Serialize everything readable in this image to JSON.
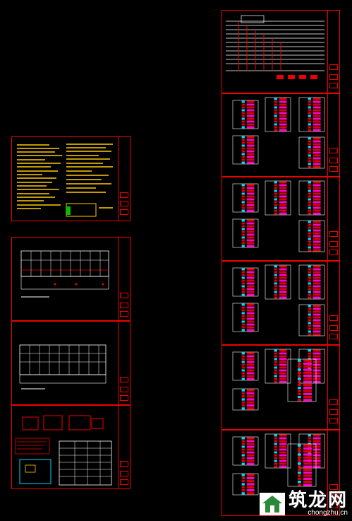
{
  "watermark": {
    "title": "筑龙网",
    "url": "chongzhu.cn"
  },
  "colors": {
    "background": "#000000",
    "frame": "#e00000",
    "highlight": "#ffcc00",
    "cyan": "#00d8ff",
    "magenta": "#ff00cc",
    "white": "#ffffff",
    "green": "#00c000"
  },
  "sheets": [
    {
      "id": "notes-sheet",
      "kind": "design-notes"
    },
    {
      "id": "system-diagram-1",
      "kind": "wiring-table"
    },
    {
      "id": "system-diagram-2",
      "kind": "wiring-table"
    },
    {
      "id": "layout-sheet",
      "kind": "floor-plan"
    },
    {
      "id": "riser-sheet",
      "kind": "riser-diagram"
    },
    {
      "id": "panel-sheet-1",
      "kind": "panel-schedule"
    },
    {
      "id": "panel-sheet-2",
      "kind": "panel-schedule"
    },
    {
      "id": "panel-sheet-3",
      "kind": "panel-schedule"
    },
    {
      "id": "panel-sheet-4",
      "kind": "panel-schedule"
    },
    {
      "id": "panel-sheet-5",
      "kind": "panel-schedule"
    }
  ]
}
